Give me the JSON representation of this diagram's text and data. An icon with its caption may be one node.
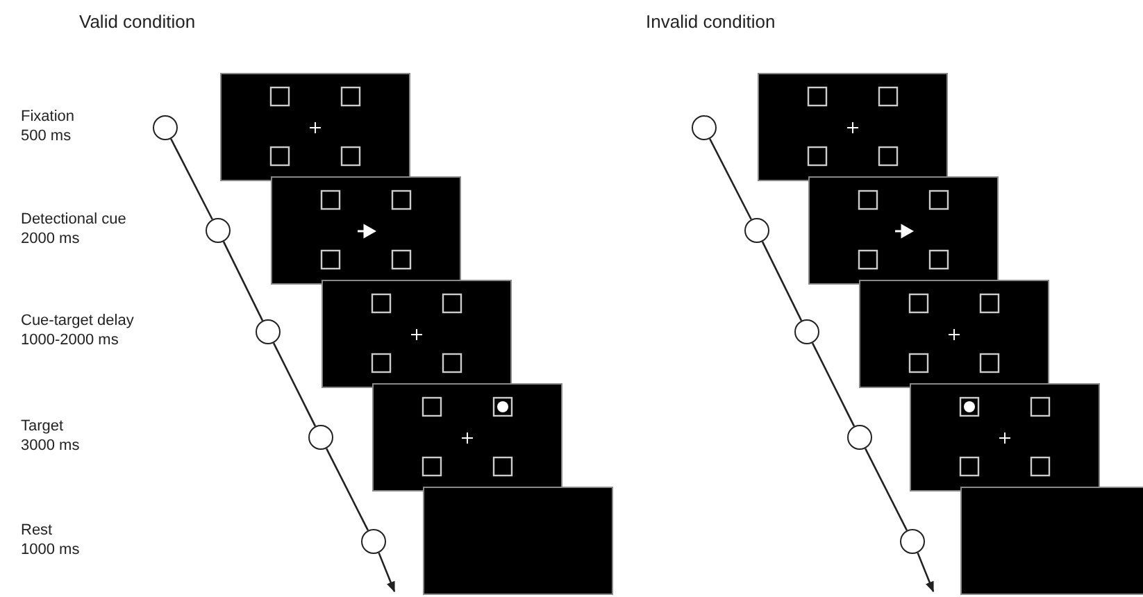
{
  "diagram": {
    "nodes": [
      {
        "text": [],
        "shape": "circle",
        "beside": [
          "Fixation",
          "500 ms"
        ]
      },
      {
        "text": [],
        "shape": "circle",
        "beside": [
          "Detectional cue",
          "2000 ms"
        ]
      },
      {
        "text": [],
        "shape": "circle",
        "beside": [
          "Cue-target delay",
          "1000-2000 ms"
        ]
      },
      {
        "text": [],
        "shape": "circle",
        "beside": [
          "Target",
          "3000 ms"
        ]
      },
      {
        "text": [],
        "shape": "circle",
        "beside": [
          "Rest",
          "1000 ms"
        ]
      },
      {
        "text": [],
        "shape": "circle"
      },
      {
        "text": [],
        "shape": "circle"
      },
      {
        "text": [],
        "shape": "circle"
      },
      {
        "text": [],
        "shape": "circle"
      },
      {
        "text": [],
        "shape": "circle"
      }
    ],
    "edges": [
      {
        "from": 0,
        "to": 1,
        "arrow": "none"
      },
      {
        "from": 1,
        "to": 2,
        "arrow": "none"
      },
      {
        "from": 2,
        "to": 3,
        "arrow": "none"
      },
      {
        "from": 3,
        "to": 4,
        "arrow": "none"
      },
      {
        "from": 4,
        "to": null,
        "arrow": "to"
      },
      {
        "from": 5,
        "to": 6,
        "arrow": "none"
      },
      {
        "from": 6,
        "to": 7,
        "arrow": "none"
      },
      {
        "from": 7,
        "to": 8,
        "arrow": "none"
      },
      {
        "from": 8,
        "to": 9,
        "arrow": "none"
      },
      {
        "from": 9,
        "to": null,
        "arrow": "to"
      }
    ],
    "labels": [
      "Valid condition",
      "Invalid condition"
    ]
  }
}
